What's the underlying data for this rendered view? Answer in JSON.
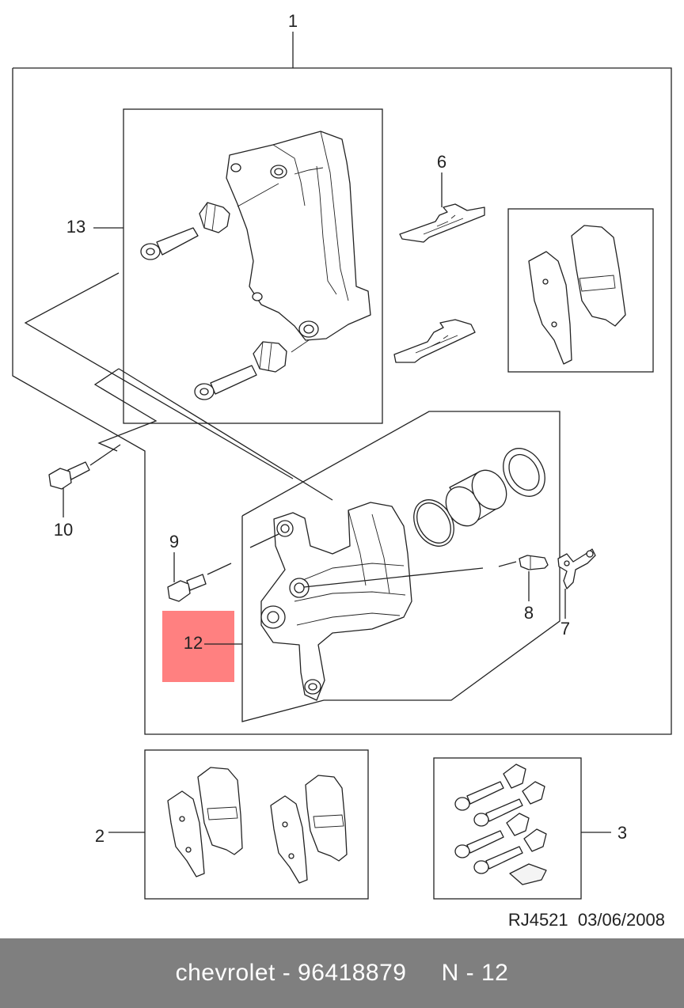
{
  "callouts": {
    "c1": "1",
    "c2": "2",
    "c3": "3",
    "c6": "6",
    "c7": "7",
    "c8": "8",
    "c9": "9",
    "c10": "10",
    "c12": "12",
    "c13": "13"
  },
  "highlight_color": "#ff8080",
  "drawing_code": "RJ4521  03/06/2008",
  "footer": {
    "text": "chevrolet - 96418879     N - 12",
    "background": "#7f7f7f"
  }
}
